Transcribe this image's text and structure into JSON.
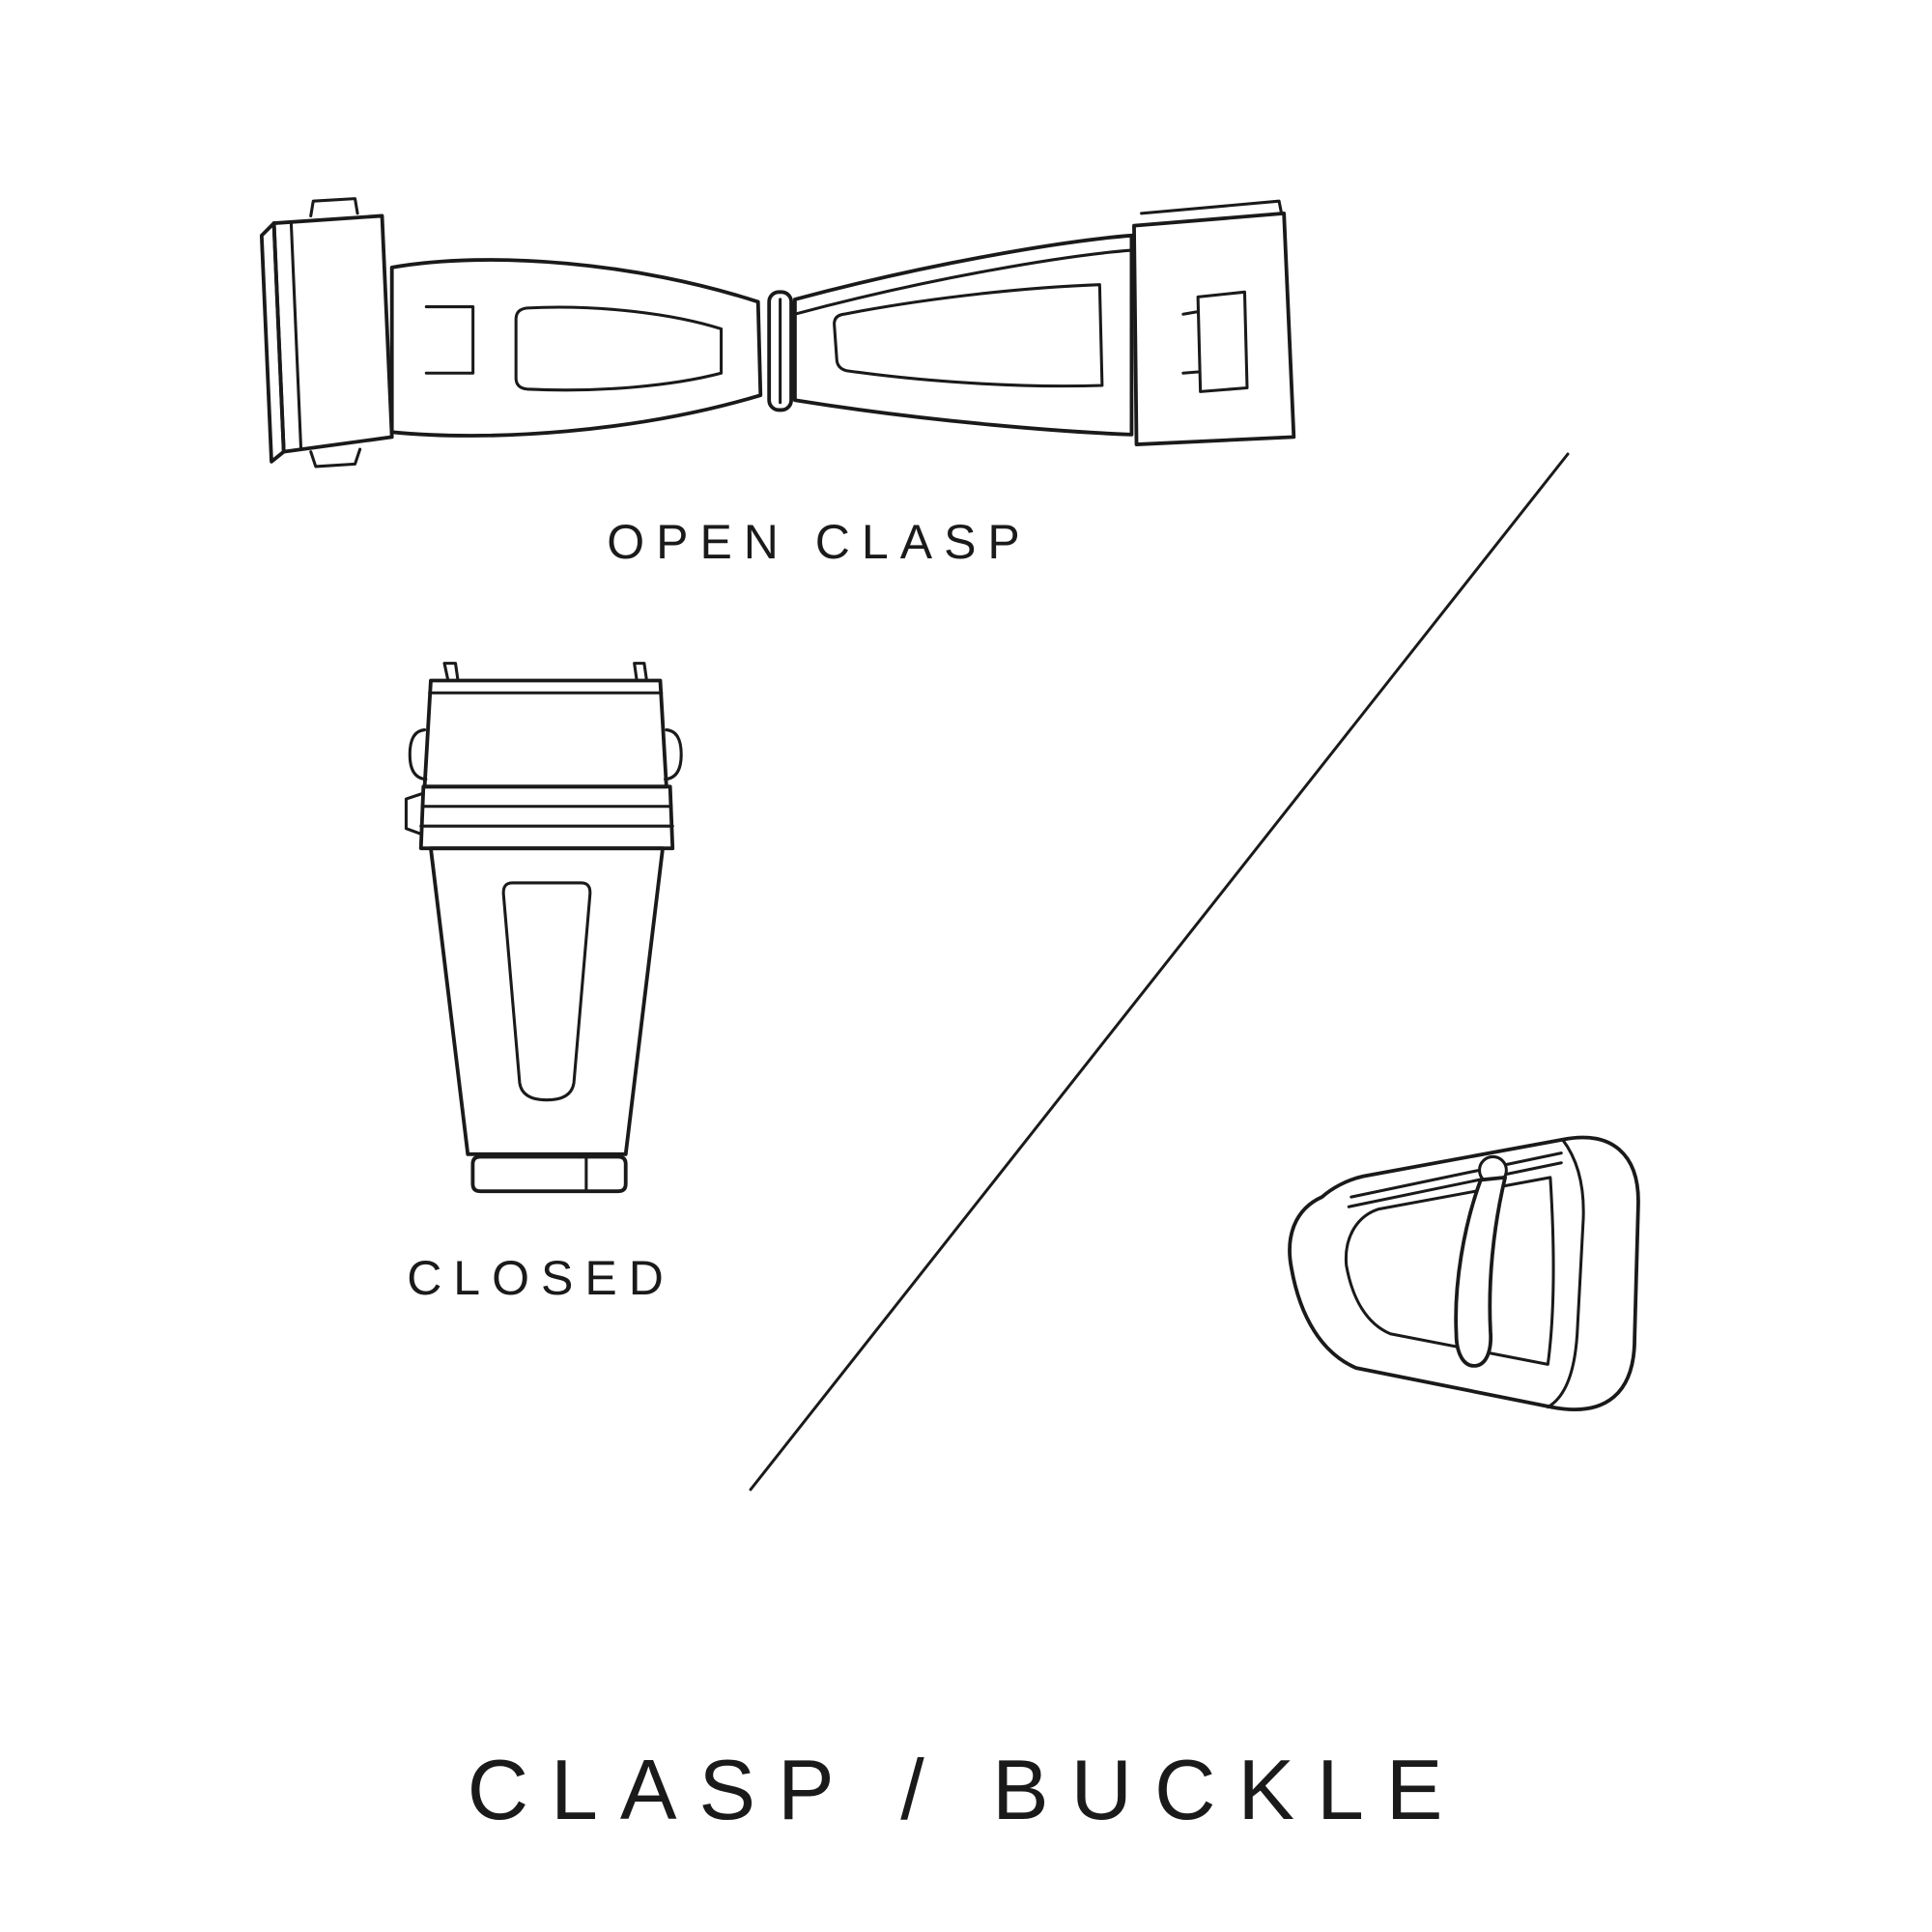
{
  "title": "CLASP / BUCKLE",
  "labels": {
    "open_clasp": "OPEN CLASP",
    "closed": "CLOSED"
  },
  "illustrations": {
    "open_clasp": "open-clasp-line-drawing",
    "closed_clasp": "closed-clasp-line-drawing",
    "buckle": "tang-buckle-line-drawing",
    "divider": "diagonal-divider-line"
  },
  "colors": {
    "background": "#ffffff",
    "line": "#1a1a1a",
    "text": "#1a1a1a"
  }
}
